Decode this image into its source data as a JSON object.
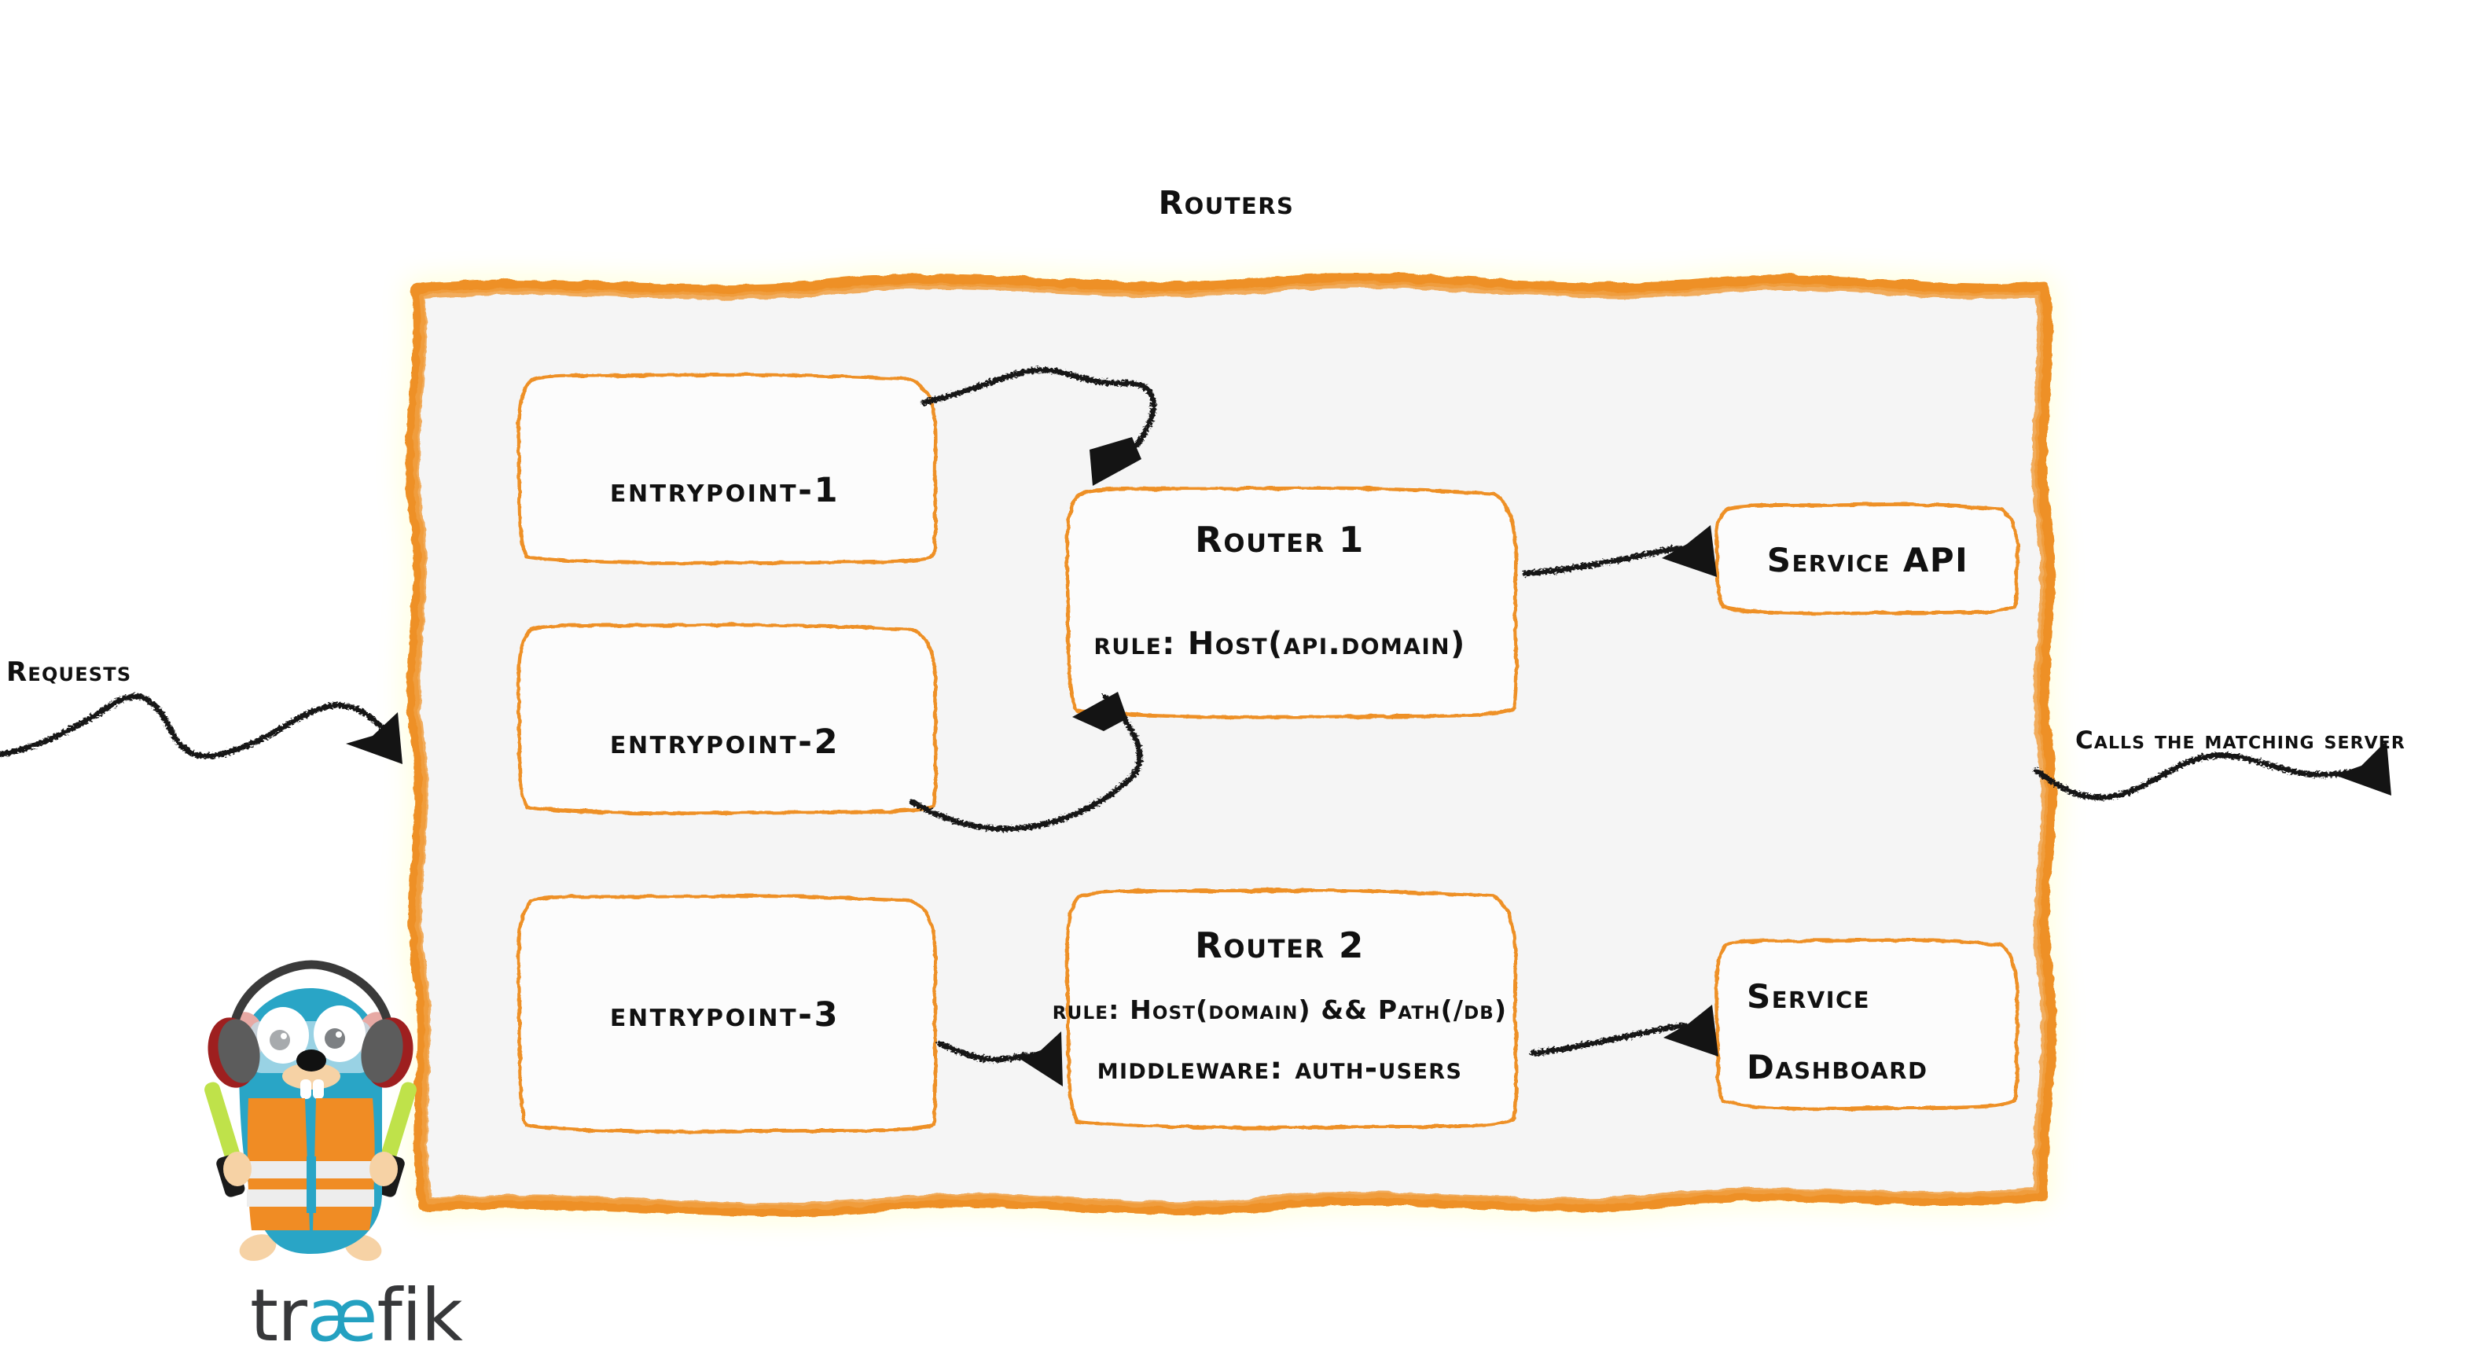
{
  "diagram": {
    "title": "Routers",
    "colors": {
      "accent_orange": "#EE9025",
      "panel_fill": "#F5F5F5",
      "box_stroke": "#EE9025",
      "box_fill": "#FCFCFC",
      "arrow_black": "#141414",
      "gopher_body": "#29A5C6",
      "gopher_vest": "#F08C24",
      "logo_dark": "#37383A",
      "logo_cyan": "#24A1C1"
    },
    "entrypoints": [
      {
        "label": "entrypoint-1"
      },
      {
        "label": "entrypoint-2"
      },
      {
        "label": "entrypoint-3"
      }
    ],
    "routers": [
      {
        "name": "Router 1",
        "lines": [
          "rule: Host(api.domain)"
        ]
      },
      {
        "name": "Router 2",
        "lines": [
          "rule: Host(domain) && Path(/db)",
          "middleware: auth-users"
        ]
      }
    ],
    "services": [
      {
        "lines": [
          "Service API"
        ]
      },
      {
        "lines": [
          "Service",
          "Dashboard"
        ]
      }
    ],
    "annotations": {
      "inbound": "Requests",
      "outbound": "Calls the matching server"
    },
    "logo": {
      "word_part_1": "tr",
      "word_part_2": "æ",
      "word_part_3": "fik",
      "icon_name": "traefik-gopher-mascot"
    }
  }
}
